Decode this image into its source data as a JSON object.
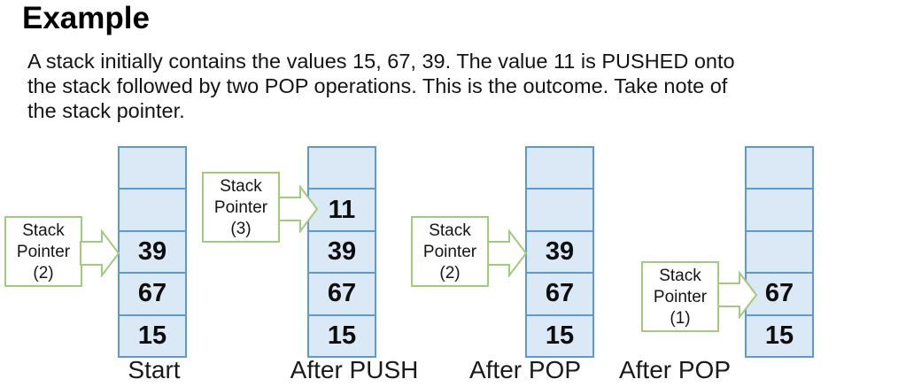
{
  "title": "Example",
  "intro": {
    "lines": [
      "A stack initially contains the values 15, 67, 39. The value 11 is PUSHED onto",
      "the stack followed by two POP operations. This is the outcome. Take note of",
      "the stack pointer."
    ]
  },
  "colors": {
    "cell_fill": "#dbe8f5",
    "cell_border": "#5b9bd5",
    "pointer_green": "#a3c97e"
  },
  "stacks": [
    {
      "label": "Start",
      "cells": [
        "",
        "",
        "39",
        "67",
        "15"
      ],
      "pointer": {
        "text": "Stack Pointer (2)",
        "row": 2,
        "points_to_value": "39"
      }
    },
    {
      "label": "After PUSH",
      "cells": [
        "",
        "11",
        "39",
        "67",
        "15"
      ],
      "pointer": {
        "text": "Stack Pointer (3)",
        "row": 1,
        "points_to_value": "11"
      }
    },
    {
      "label": "After POP",
      "cells": [
        "",
        "",
        "39",
        "67",
        "15"
      ],
      "pointer": {
        "text": "Stack Pointer (2)",
        "row": 2,
        "points_to_value": "39"
      }
    },
    {
      "label": "After POP",
      "cells": [
        "",
        "",
        "",
        "67",
        "15"
      ],
      "pointer": {
        "text": "Stack Pointer (1)",
        "row": 3,
        "points_to_value": "67"
      }
    }
  ]
}
